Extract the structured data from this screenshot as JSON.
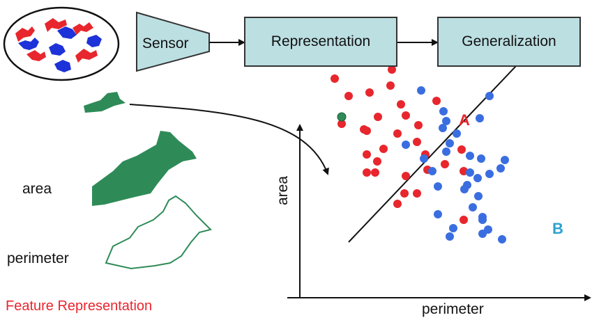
{
  "pipeline": {
    "sensor_label": "Sensor",
    "representation_label": "Representation",
    "generalization_label": "Generalization"
  },
  "features": {
    "area_label": "area",
    "perimeter_label": "perimeter",
    "caption": "Feature Representation"
  },
  "colors": {
    "class_a": "#e8262d",
    "class_b": "#3a6ee0",
    "sample": "#2e8b57",
    "box_fill": "#bcdfe2",
    "caption": "#e8262d",
    "class_b_label": "#2aa3cf"
  },
  "chart_data": {
    "type": "scatter",
    "xlabel": "perimeter",
    "ylabel": "area",
    "grid": false,
    "annotations": [
      "A",
      "B"
    ],
    "series": [
      {
        "name": "A",
        "color": "#e8262d",
        "points": [
          [
            50,
            315
          ],
          [
            100,
            295
          ],
          [
            130,
            305
          ],
          [
            132,
            328
          ],
          [
            96,
            240
          ],
          [
            92,
            242
          ],
          [
            70,
            290
          ],
          [
            112,
            260
          ],
          [
            145,
            278
          ],
          [
            152,
            262
          ],
          [
            170,
            248
          ],
          [
            196,
            283
          ],
          [
            168,
            224
          ],
          [
            180,
            206
          ],
          [
            208,
            192
          ],
          [
            235,
            182
          ],
          [
            232,
            213
          ],
          [
            183,
            184
          ],
          [
            168,
            150
          ],
          [
            152,
            175
          ],
          [
            108,
            180
          ],
          [
            96,
            206
          ],
          [
            96,
            180
          ],
          [
            111,
            196
          ],
          [
            120,
            214
          ],
          [
            60,
            250
          ],
          [
            140,
            236
          ],
          [
            150,
            150
          ],
          [
            140,
            135
          ],
          [
            235,
            112
          ]
        ]
      },
      {
        "name": "B",
        "color": "#3a6ee0",
        "points": [
          [
            198,
            120
          ],
          [
            262,
            112
          ],
          [
            220,
            100
          ],
          [
            270,
            98
          ],
          [
            215,
            88
          ],
          [
            290,
            84
          ],
          [
            262,
            92
          ],
          [
            262,
            116
          ],
          [
            248,
            130
          ],
          [
            256,
            146
          ],
          [
            236,
            156
          ],
          [
            244,
            180
          ],
          [
            240,
            162
          ],
          [
            255,
            172
          ],
          [
            272,
            178
          ],
          [
            288,
            186
          ],
          [
            190,
            182
          ],
          [
            178,
            200
          ],
          [
            210,
            210
          ],
          [
            215,
            222
          ],
          [
            152,
            220
          ],
          [
            205,
            244
          ],
          [
            225,
            236
          ],
          [
            260,
            200
          ],
          [
            206,
            268
          ],
          [
            258,
            258
          ],
          [
            272,
            290
          ],
          [
            174,
            298
          ],
          [
            210,
            254
          ],
          [
            198,
            160
          ],
          [
            244,
            204
          ],
          [
            294,
            198
          ]
        ]
      },
      {
        "name": "",
        "color": "#2e8b57",
        "points": [
          [
            60,
            260
          ]
        ]
      }
    ],
    "decision_boundary": [
      [
        70,
        80
      ],
      [
        345,
        370
      ]
    ]
  }
}
